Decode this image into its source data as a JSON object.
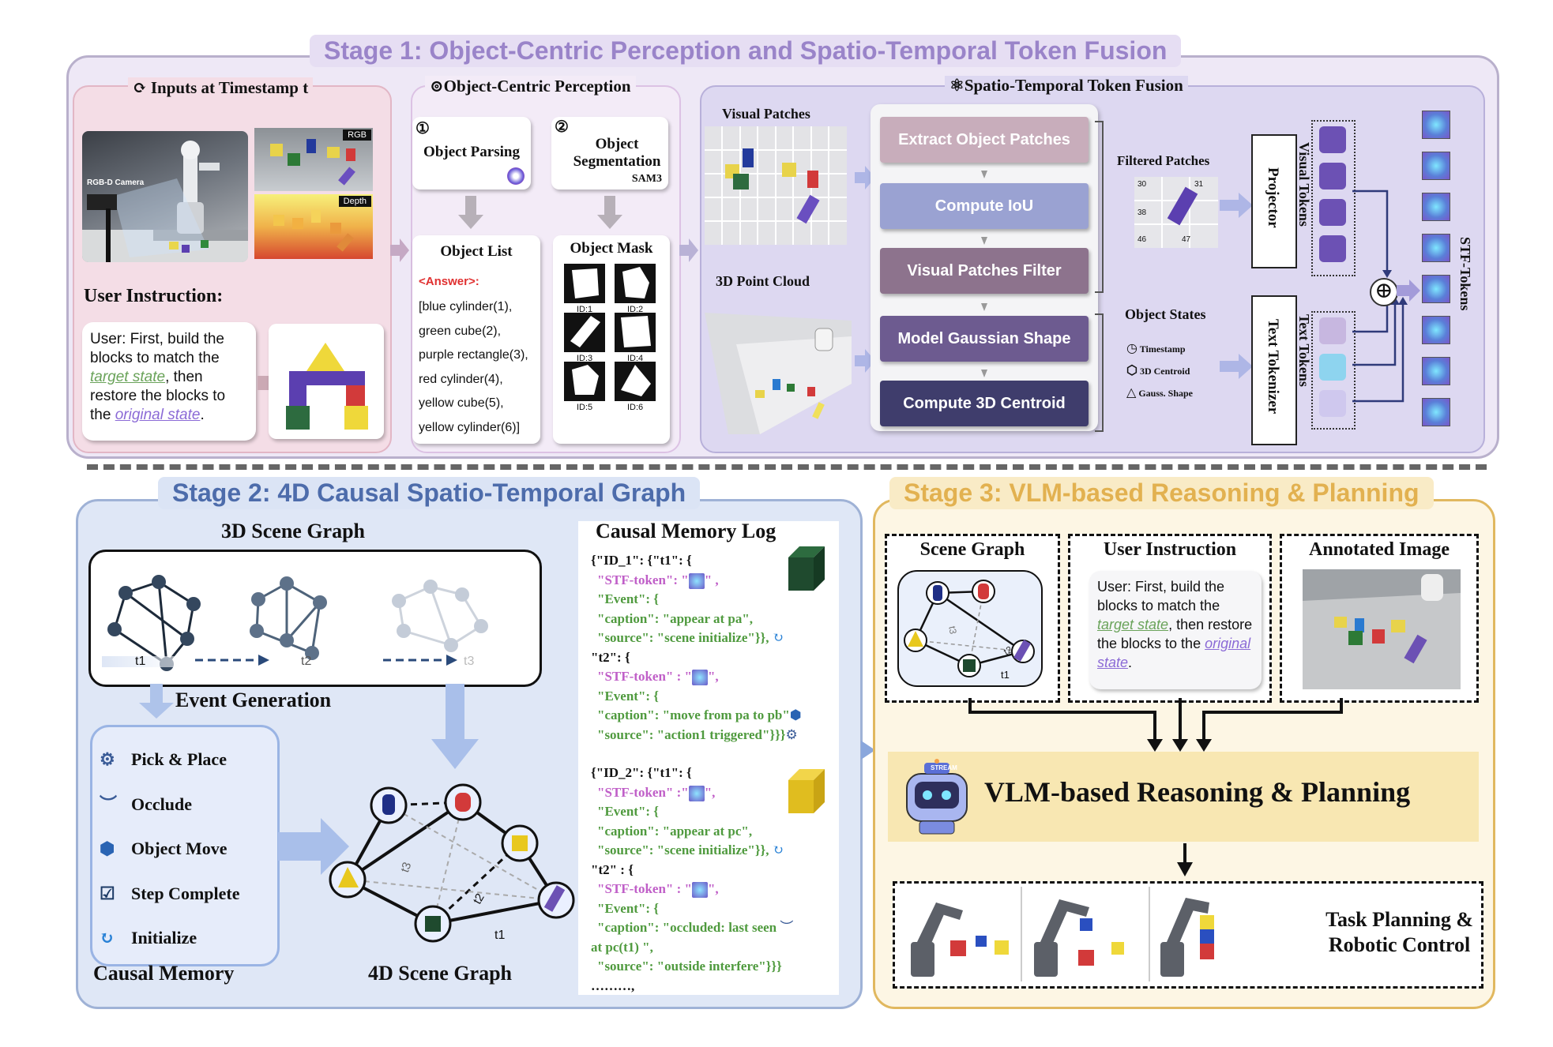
{
  "stage1": {
    "title": "Stage 1: Object-Centric Perception and Spatio-Temporal Token Fusion",
    "inputs": {
      "header": "Inputs at Timestamp t",
      "camera_label": "RGB-D Camera",
      "rgb_label": "RGB",
      "depth_label": "Depth",
      "instruction_heading": "User Instruction:",
      "instruction": {
        "p1": "User: First, build the blocks to match the ",
        "target": "target state",
        "p2": ", then restore the blocks to the ",
        "original": "original state",
        "p3": "."
      }
    },
    "perception": {
      "header": "Object-Centric Perception",
      "parsing": "Object Parsing",
      "segmentation": "Object Segmentation",
      "sam": "SAM3",
      "list_title": "Object List",
      "answer": "<Answer>:",
      "objects": [
        "[blue cylinder(1),",
        "green cube(2),",
        "purple rectangle(3),",
        "red cylinder(4),",
        "yellow cube(5),",
        "yellow cylinder(6)]"
      ],
      "mask_title": "Object Mask",
      "mask_ids": [
        "ID:1",
        "ID:2",
        "ID:3",
        "ID:4",
        "ID:5",
        "ID:6"
      ]
    },
    "fusion": {
      "header": "Spatio-Temporal Token Fusion",
      "visual_patches": "Visual Patches",
      "point_cloud": "3D Point Cloud",
      "steps": [
        "Extract Object Patches",
        "Compute IoU",
        "Visual Patches Filter",
        "Model Gaussian Shape",
        "Compute 3D Centroid"
      ],
      "filtered": "Filtered Patches",
      "patch_nums": [
        "30",
        "31",
        "38",
        "46",
        "47"
      ],
      "object_states": "Object States",
      "states": [
        "Timestamp",
        "3D Centroid",
        "Gauss. Shape"
      ],
      "projector": "Projector",
      "text_tokenizer": "Text Tokenizer",
      "visual_tokens": "Visual Tokens",
      "text_tokens": "Text Tokens",
      "stf_tokens": "STF-Tokens",
      "plus": "⊕"
    }
  },
  "stage2": {
    "title": "Stage 2: 4D Causal Spatio-Temporal Graph",
    "scene_graph_3d": "3D Scene Graph",
    "timeline": [
      "t1",
      "t2",
      "t3"
    ],
    "event_generation": "Event Generation",
    "events": [
      "Pick & Place",
      "Occlude",
      "Object Move",
      "Step Complete",
      "Initialize"
    ],
    "causal_memory": "Causal Memory",
    "scene_graph_4d": "4D Scene Graph",
    "edge_labels": [
      "t3",
      "t2",
      "t1"
    ],
    "log_title": "Causal Memory Log",
    "log": {
      "id1_open": "{\"ID_1\": {\"t1\": {",
      "stf_key": "\"STF-token\": \"",
      "stf_key_b": "\"STF-token\" : \"",
      "stf_key_c": "\"STF-token\" :\"",
      "stf_end1": "\" ,",
      "stf_end": "\",",
      "event_key": "\"Event\": {",
      "cap_appear_pa": "\"caption\": \"appear at pa\",",
      "src_init": "\"source\": \"scene initialize\"}},",
      "t2_open": "\"t2\": {",
      "t2_open_b": "\"t2\" : {",
      "cap_move": "\"caption\": \"move from pa to pb\"",
      "src_action": "\"source\": \"action1 triggered\"}}}",
      "id2_open": "{\"ID_2\": {\"t1\": {",
      "cap_appear_pc": "\"caption\": \"appear at pc\",",
      "cap_occluded": "\"caption\": \"occluded: last seen",
      "at_pc": "at pc(t1) \",",
      "src_outside": "\"source\": \"outside interfere\"}}}",
      "ellipsis": "………,"
    }
  },
  "stage3": {
    "title": "Stage 3: VLM-based Reasoning & Planning",
    "scene_graph": "Scene Graph",
    "user_instruction": "User Instruction",
    "annotated_image": "Annotated Image",
    "graph_edges": [
      "t3",
      "t2",
      "t1"
    ],
    "robot_badge": "STREAM",
    "vlm": "VLM-based Reasoning & Planning",
    "task1": "Task Planning &",
    "task2": "Robotic Control"
  },
  "colors": {
    "stage1_title": "#9a84c9",
    "stage2_title": "#4d6cab",
    "stage3_title": "#e2b150",
    "target_state": "#6aa35a",
    "original_state": "#8b6ad6",
    "answer_red": "#e03030"
  }
}
